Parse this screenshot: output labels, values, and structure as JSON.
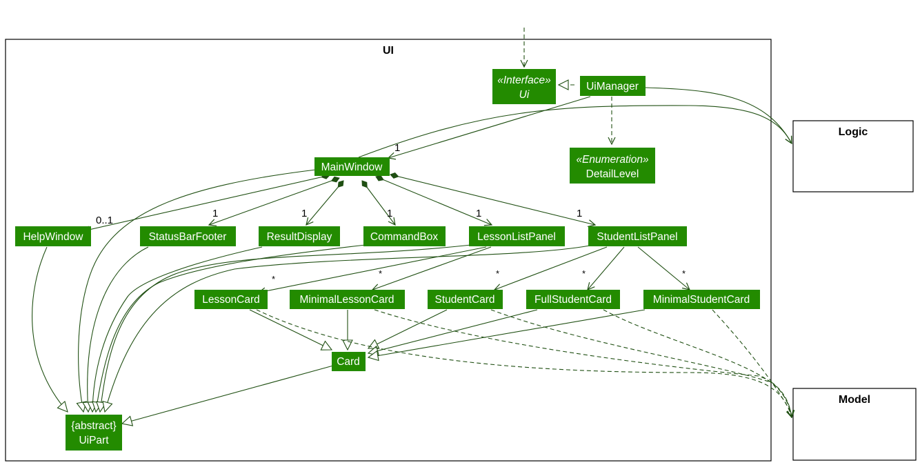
{
  "packages": {
    "ui": "UI",
    "logic": "Logic",
    "model": "Model"
  },
  "classes": {
    "ui_interface": {
      "stereotype": "«Interface»",
      "name": "Ui"
    },
    "ui_manager": "UiManager",
    "detail_level": {
      "stereotype": "«Enumeration»",
      "name": "DetailLevel"
    },
    "main_window": "MainWindow",
    "help_window": "HelpWindow",
    "status_bar_footer": "StatusBarFooter",
    "result_display": "ResultDisplay",
    "command_box": "CommandBox",
    "lesson_list_panel": "LessonListPanel",
    "student_list_panel": "StudentListPanel",
    "lesson_card": "LessonCard",
    "minimal_lesson_card": "MinimalLessonCard",
    "student_card": "StudentCard",
    "full_student_card": "FullStudentCard",
    "minimal_student_card": "MinimalStudentCard",
    "card": "Card",
    "ui_part": {
      "stereotype": "{abstract}",
      "name": "UiPart"
    }
  },
  "multiplicities": {
    "uimanager_mainwindow": "1",
    "help_window": "0..1",
    "status_bar_footer": "1",
    "result_display": "1",
    "command_box": "1",
    "lesson_list_panel": "1",
    "student_list_panel": "1",
    "lesson_card": "*",
    "minimal_lesson_card": "*",
    "student_card": "*",
    "full_student_card": "*",
    "minimal_student_card": "*"
  },
  "colors": {
    "class_fill": "#238b00",
    "edge": "#1f4f12",
    "class_text": "#ffffff"
  }
}
